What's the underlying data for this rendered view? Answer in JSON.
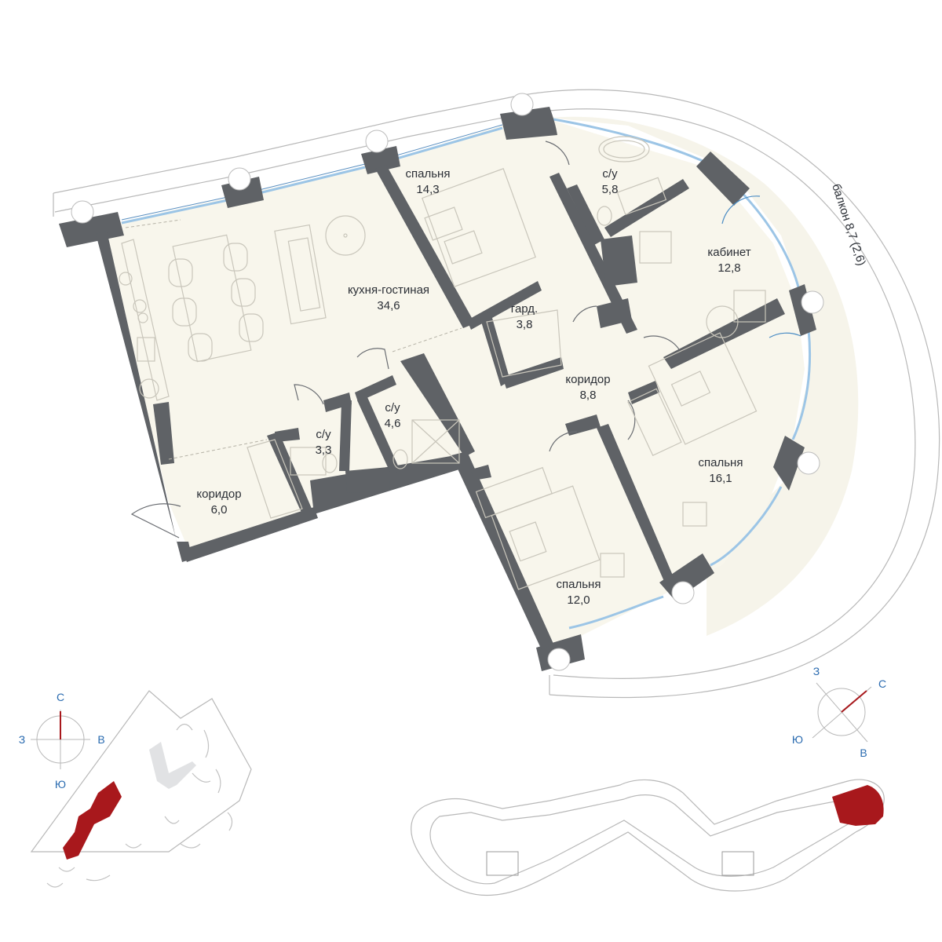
{
  "rooms": [
    {
      "id": "bedroom-1",
      "name": "спальня",
      "area": "14,3"
    },
    {
      "id": "bath-1",
      "name": "с/у",
      "area": "5,8"
    },
    {
      "id": "study",
      "name": "кабинет",
      "area": "12,8"
    },
    {
      "id": "living",
      "name": "кухня-гостиная",
      "area": "34,6"
    },
    {
      "id": "wardrobe",
      "name": "гард.",
      "area": "3,8"
    },
    {
      "id": "corridor-1",
      "name": "коридор",
      "area": "8,8"
    },
    {
      "id": "bath-2",
      "name": "с/у",
      "area": "4,6"
    },
    {
      "id": "bath-3",
      "name": "с/у",
      "area": "3,3"
    },
    {
      "id": "bedroom-2",
      "name": "спальня",
      "area": "16,1"
    },
    {
      "id": "corridor-2",
      "name": "коридор",
      "area": "6,0"
    },
    {
      "id": "bedroom-3",
      "name": "спальня",
      "area": "12,0"
    }
  ],
  "balcony": {
    "label": "балкон 8,7 (2,6)"
  },
  "compass_site": {
    "n": "С",
    "s": "Ю",
    "w": "З",
    "e": "В"
  },
  "compass_floor": {
    "n": "С",
    "s": "Ю",
    "w": "З",
    "e": "В"
  },
  "colors": {
    "floor": "#f8f6ec",
    "walls": "#5f6266",
    "glass": "#9cc5e6",
    "highlight": "#a8181c",
    "compass_text": "#2a6bb0"
  }
}
